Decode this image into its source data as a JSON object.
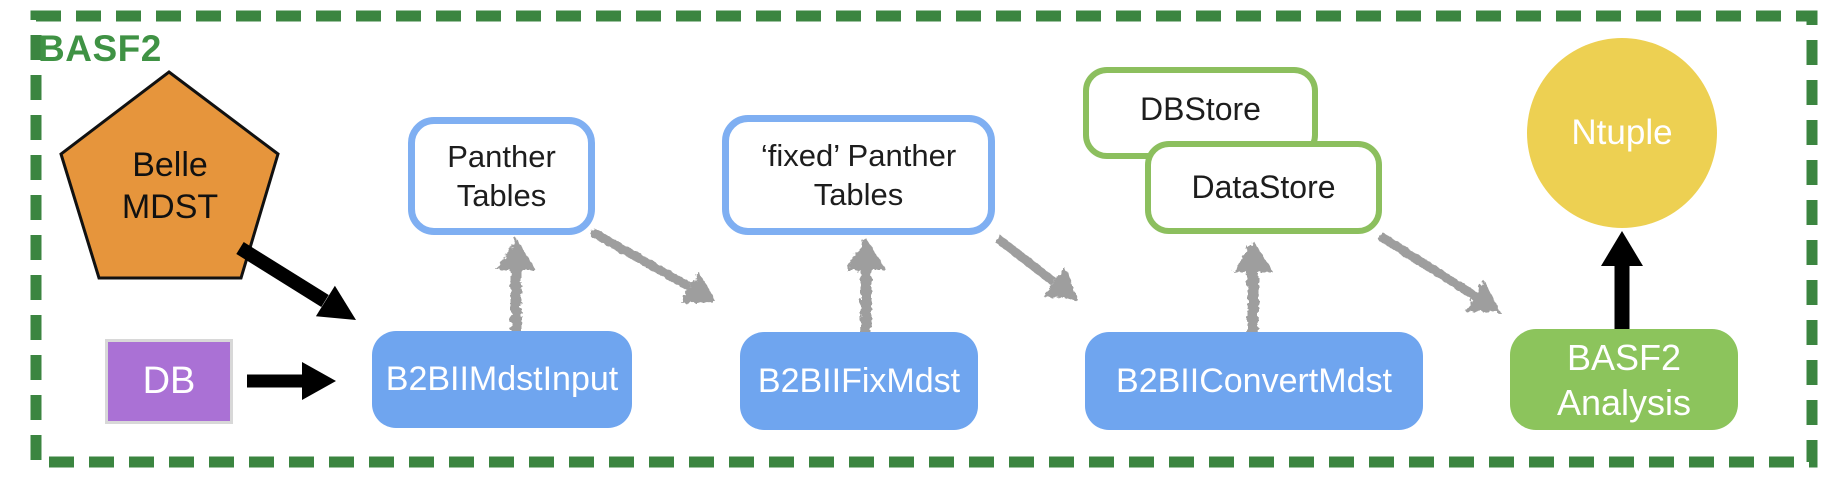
{
  "diagram_title": "BASF2",
  "nodes": {
    "belle_mdst": {
      "line1": "Belle",
      "line2": "MDST"
    },
    "db": {
      "label": "DB"
    },
    "b2bii_mdst_input": {
      "label": "B2BIIMdstInput"
    },
    "panther_tables": {
      "line1": "Panther",
      "line2": "Tables"
    },
    "fixed_panther_tables": {
      "line1": "‘fixed’ Panther",
      "line2": "Tables"
    },
    "b2bii_fix_mdst": {
      "label": "B2BIIFixMdst"
    },
    "dbstore": {
      "label": "DBStore"
    },
    "datastore": {
      "label": "DataStore"
    },
    "b2bii_convert_mdst": {
      "label": "B2BIIConvertMdst"
    },
    "basf2_analysis": {
      "line1": "BASF2",
      "line2": "Analysis"
    },
    "ntuple": {
      "label": "Ntuple"
    }
  },
  "colors": {
    "frame_dash_green": "#3B8540",
    "title_green": "#3F9244",
    "process_blue": "#6FA5EF",
    "panther_border_blue": "#7FAFF2",
    "store_border_green": "#8CBF5E",
    "analysis_green": "#8CC45C",
    "pentagon_orange": "#E6953C",
    "db_purple": "#AA71D5",
    "ntuple_yellow": "#EDD052",
    "arrow_gray": "#9E9E9E",
    "arrow_black": "#000000"
  }
}
